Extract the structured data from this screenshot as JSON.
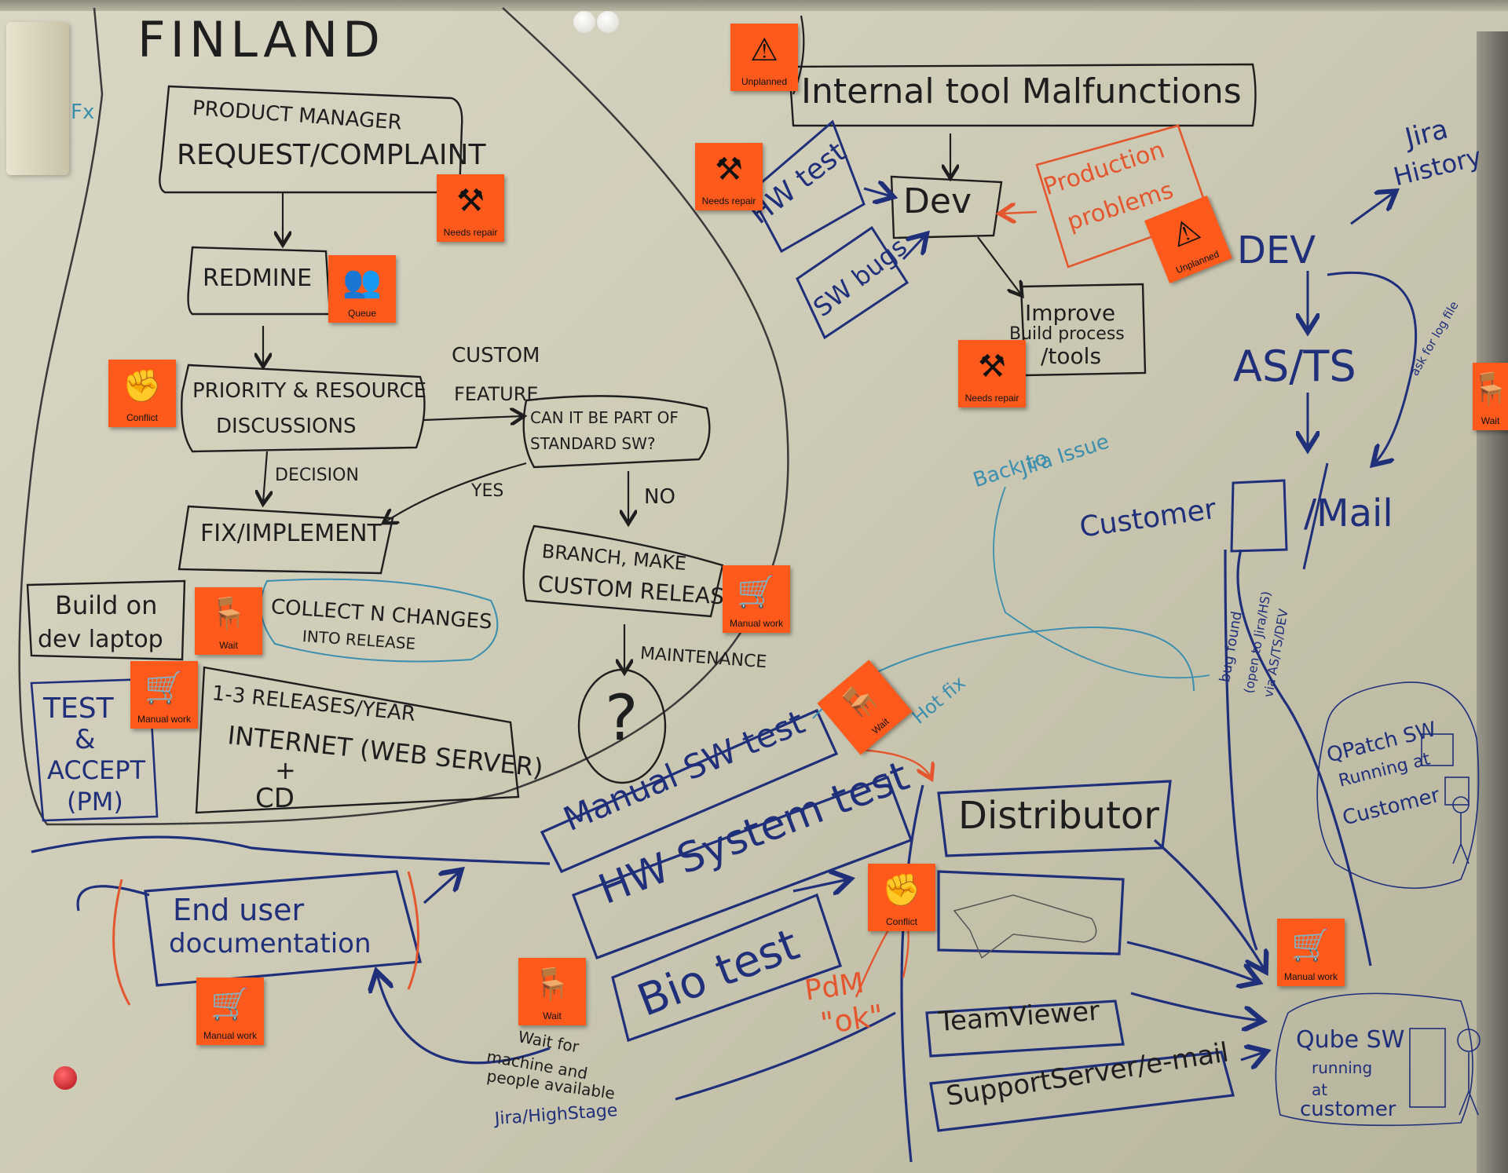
{
  "board": {
    "title": "FINLAND",
    "fx_mark": "Fx"
  },
  "finland_flow": {
    "product_manager": "PRODUCT MANAGER",
    "request": "REQUEST/COMPLAINT",
    "redmine": "REDMINE",
    "priority": "PRIORITY & RESOURCE",
    "discussions": "DISCUSSIONS",
    "custom": "CUSTOM",
    "feature": "FEATURE",
    "standard_q1": "CAN IT BE PART OF",
    "standard_q2": "STANDARD SW?",
    "decision": "DECISION",
    "yes": "YES",
    "no": "NO",
    "fix": "FIX/IMPLEMENT",
    "branch1": "BRANCH, MAKE",
    "branch2": "CUSTOM RELEASE",
    "maintenance": "MAINTENANCE",
    "question": "?",
    "build1": "Build on",
    "build2": "dev laptop",
    "collect1": "COLLECT N CHANGES",
    "collect2": "INTO RELEASE",
    "test1": "TEST",
    "test2": "&",
    "test3": "ACCEPT",
    "test4": "(PM)",
    "releases": "1-3 RELEASES/YEAR",
    "internet": "INTERNET (WEB SERVER)",
    "plus": "+",
    "cd": "CD"
  },
  "dev_flow": {
    "internal": "Internal tool Malfunctions",
    "dev_box": "Dev",
    "hw_test": "HW test",
    "sw_bugs": "SW bugs",
    "production1": "Production",
    "production2": "problems",
    "improve1": "Improve",
    "improve2": "Build process",
    "improve3": "/tools",
    "dev": "DEV",
    "jira1": "Jira",
    "jira2": "History",
    "as_ts": "AS/TS",
    "ask": "ask for log file",
    "back1": "Back to",
    "back2": "Jira Issue",
    "customer": "Customer",
    "mail": "/Mail",
    "bug1": "bug found",
    "bug2": "(open to Jira/HS)",
    "bug3": "via AS/TS/DEV"
  },
  "bottom_flow": {
    "end_user1": "End user",
    "end_user2": "documentation",
    "manual_sw": "Manual SW test",
    "hw_system": "HW System test",
    "bio": "Bio test",
    "hot_fix": "Hot fix",
    "pdm1": "PdM",
    "pdm2": "\"ok\"",
    "wait1": "Wait for",
    "wait2": "machine and",
    "wait3": "people available",
    "jira_hs": "Jira/HighStage",
    "distributor": "Distributor",
    "teamviewer": "TeamViewer",
    "support": "SupportServer/e-mail",
    "qpatch1": "QPatch SW",
    "qpatch2": "Running at",
    "qpatch3": "Customer",
    "qube1": "Qube SW",
    "qube2": "running",
    "qube3": "at",
    "qube4": "customer"
  },
  "sticky_notes": [
    {
      "id": "unplanned-top",
      "label": "Unplanned",
      "icon": "person-falling-icon"
    },
    {
      "id": "needs-repair-pm",
      "label": "Needs repair",
      "icon": "wrench-screwdriver-icon"
    },
    {
      "id": "queue",
      "label": "Queue",
      "icon": "people-queue-icon"
    },
    {
      "id": "conflict-priority",
      "label": "Conflict",
      "icon": "conflict-icon"
    },
    {
      "id": "needs-repair-hw",
      "label": "Needs repair",
      "icon": "wrench-screwdriver-icon"
    },
    {
      "id": "unplanned-dev",
      "label": "Unplanned",
      "icon": "person-falling-icon"
    },
    {
      "id": "needs-repair-improve",
      "label": "Needs repair",
      "icon": "wrench-screwdriver-icon"
    },
    {
      "id": "wait-ask",
      "label": "Wait",
      "icon": "person-waiting-icon"
    },
    {
      "id": "manual-branch",
      "label": "Manual work",
      "icon": "hand-truck-icon"
    },
    {
      "id": "wait-build",
      "label": "Wait",
      "icon": "person-waiting-icon"
    },
    {
      "id": "manual-test",
      "label": "Manual work",
      "icon": "hand-truck-icon"
    },
    {
      "id": "wait-manual",
      "label": "Wait",
      "icon": "person-waiting-icon"
    },
    {
      "id": "conflict-bottom",
      "label": "Conflict",
      "icon": "conflict-icon"
    },
    {
      "id": "manual-qube",
      "label": "Manual work",
      "icon": "hand-truck-icon"
    },
    {
      "id": "wait-bio",
      "label": "Wait",
      "icon": "person-waiting-icon"
    },
    {
      "id": "manual-doc",
      "label": "Manual work",
      "icon": "hand-truck-icon"
    }
  ],
  "colors": {
    "board": "#d3d0bd",
    "black_marker": "#1e1e1e",
    "blue_marker": "#1f2f7a",
    "orange_marker": "#e4572e",
    "teal_marker": "#3b8fae",
    "sticky": "#ff5a1c"
  }
}
